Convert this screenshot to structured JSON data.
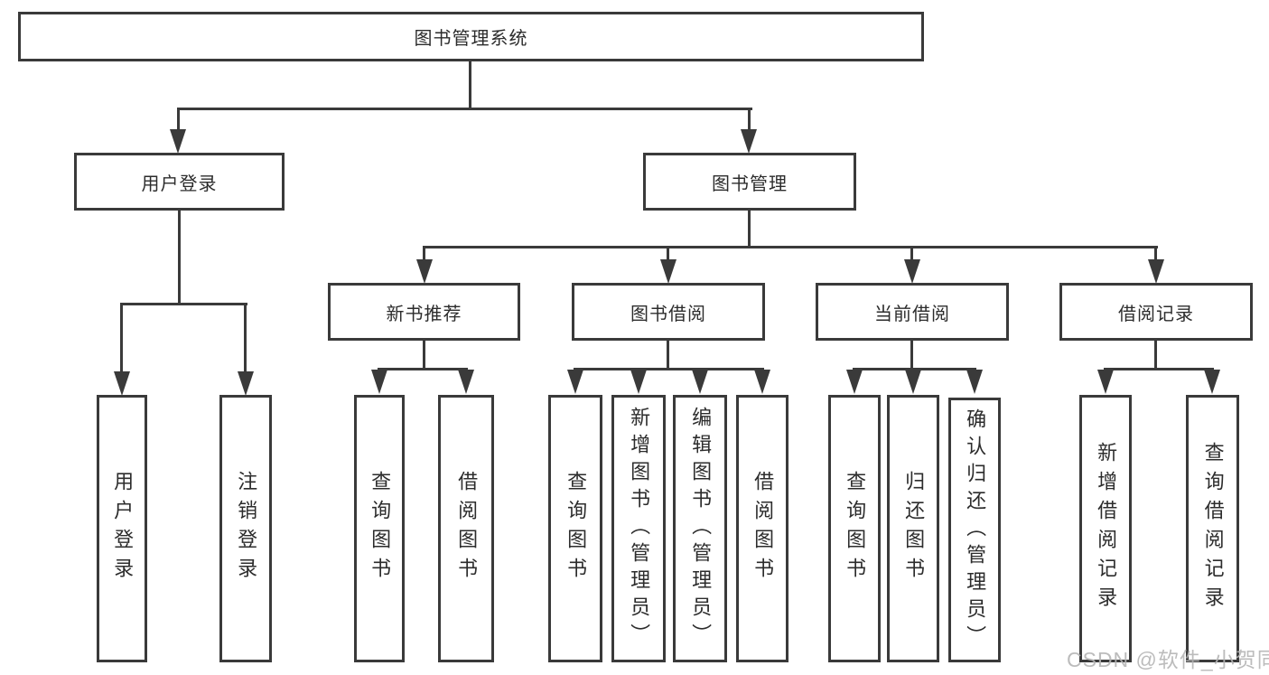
{
  "colors": {
    "line": "#3a3a3a",
    "text": "#2c2c2c",
    "watermark": "#b5b5b5",
    "background": "#ffffff"
  },
  "watermark": {
    "text": "CSDN @软件_小贺同学"
  },
  "tree": {
    "root": {
      "label": "图书管理系统"
    },
    "branches": [
      {
        "label": "用户登录",
        "children": [
          {
            "label": "用户登录"
          },
          {
            "label": "注销登录"
          }
        ]
      },
      {
        "label": "图书管理",
        "children": [
          {
            "label": "新书推荐",
            "children": [
              {
                "label": "查询图书"
              },
              {
                "label": "借阅图书"
              }
            ]
          },
          {
            "label": "图书借阅",
            "children": [
              {
                "label": "查询图书"
              },
              {
                "label": "新增图书（管理员）"
              },
              {
                "label": "编辑图书（管理员）"
              },
              {
                "label": "借阅图书"
              }
            ]
          },
          {
            "label": "当前借阅",
            "children": [
              {
                "label": "查询图书"
              },
              {
                "label": "归还图书"
              },
              {
                "label": "确认归还（管理员）"
              }
            ]
          },
          {
            "label": "借阅记录",
            "children": [
              {
                "label": "新增借阅记录"
              },
              {
                "label": "查询借阅记录"
              }
            ]
          }
        ]
      }
    ]
  }
}
